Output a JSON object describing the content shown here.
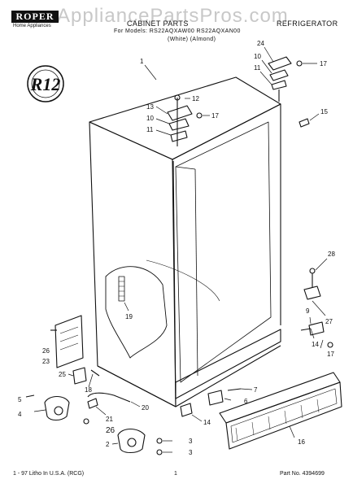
{
  "header": {
    "brand": "ROPER",
    "brand_sub": "Home Appliances",
    "title": "CABINET PARTS",
    "category": "REFRIGERATOR",
    "models_line": "For Models: RS22AQXAW00 RS22AQXAN00",
    "colors_line": "(White)      (Almond)"
  },
  "watermark": "AppliancePartsPros.com",
  "badge": {
    "text": "R12"
  },
  "callouts": {
    "c1": "1",
    "c24": "24",
    "c10a": "10",
    "c11a": "11",
    "c17a": "17",
    "c13": "13",
    "c12": "12",
    "c10b": "10",
    "c17b": "17",
    "c11b": "11",
    "c15": "15",
    "c19": "19",
    "c28": "28",
    "c9": "9",
    "c27": "27",
    "c26a": "26",
    "c23": "23",
    "c14a": "14",
    "c17c": "17",
    "c25": "25",
    "c18": "18",
    "c7": "7",
    "c6": "6",
    "c5": "5",
    "c4": "4",
    "c20": "20",
    "c21": "21",
    "c14b": "14",
    "c26b": "26",
    "c3a": "3",
    "c3b": "3",
    "c2": "2",
    "c16": "16"
  },
  "footer": {
    "left": "1 - 97 Litho In U.S.A. (RCG)",
    "center": "1",
    "right": "Part No. 4394699"
  }
}
